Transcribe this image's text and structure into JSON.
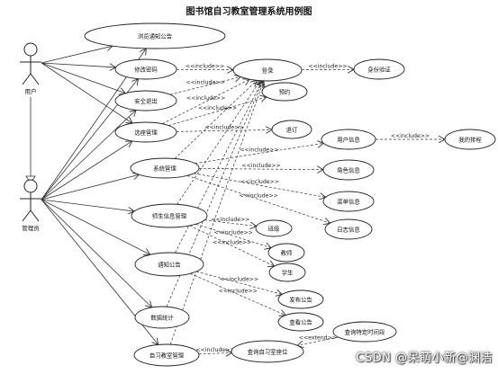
{
  "title": "图书馆自习教室管理系统用例图",
  "watermark": "CSDN @呆萌小新@渊洁",
  "actors": [
    {
      "id": "user",
      "label": "用户"
    },
    {
      "id": "admin",
      "label": "管理员"
    }
  ],
  "use_cases": [
    {
      "id": "notice",
      "label": "浏览通知公告"
    },
    {
      "id": "pwd",
      "label": "修改密码"
    },
    {
      "id": "logout",
      "label": "安全退出"
    },
    {
      "id": "seat",
      "label": "选座管理"
    },
    {
      "id": "sys",
      "label": "系统管理"
    },
    {
      "id": "tsinfo",
      "label": "师生信息管理"
    },
    {
      "id": "notify",
      "label": "通知公告"
    },
    {
      "id": "stats",
      "label": "数据统计"
    },
    {
      "id": "room",
      "label": "自习教室管理"
    },
    {
      "id": "login",
      "label": "登录"
    },
    {
      "id": "verify",
      "label": "身份验证"
    },
    {
      "id": "reserve",
      "label": "预约"
    },
    {
      "id": "cancel",
      "label": "退订"
    },
    {
      "id": "userinfo",
      "label": "用户信息"
    },
    {
      "id": "myres",
      "label": "我的排程"
    },
    {
      "id": "role",
      "label": "角色信息"
    },
    {
      "id": "menu",
      "label": "菜单信息"
    },
    {
      "id": "log",
      "label": "日志信息"
    },
    {
      "id": "class",
      "label": "班级"
    },
    {
      "id": "teacher",
      "label": "教师"
    },
    {
      "id": "student",
      "label": "学生"
    },
    {
      "id": "pub",
      "label": "发布公告"
    },
    {
      "id": "view",
      "label": "查看公告"
    },
    {
      "id": "query",
      "label": "查询自习室座位"
    },
    {
      "id": "qspec",
      "label": "查询特定时间段"
    }
  ],
  "relation_labels": {
    "include": "<<include>>",
    "extend": "<<extend>>"
  }
}
